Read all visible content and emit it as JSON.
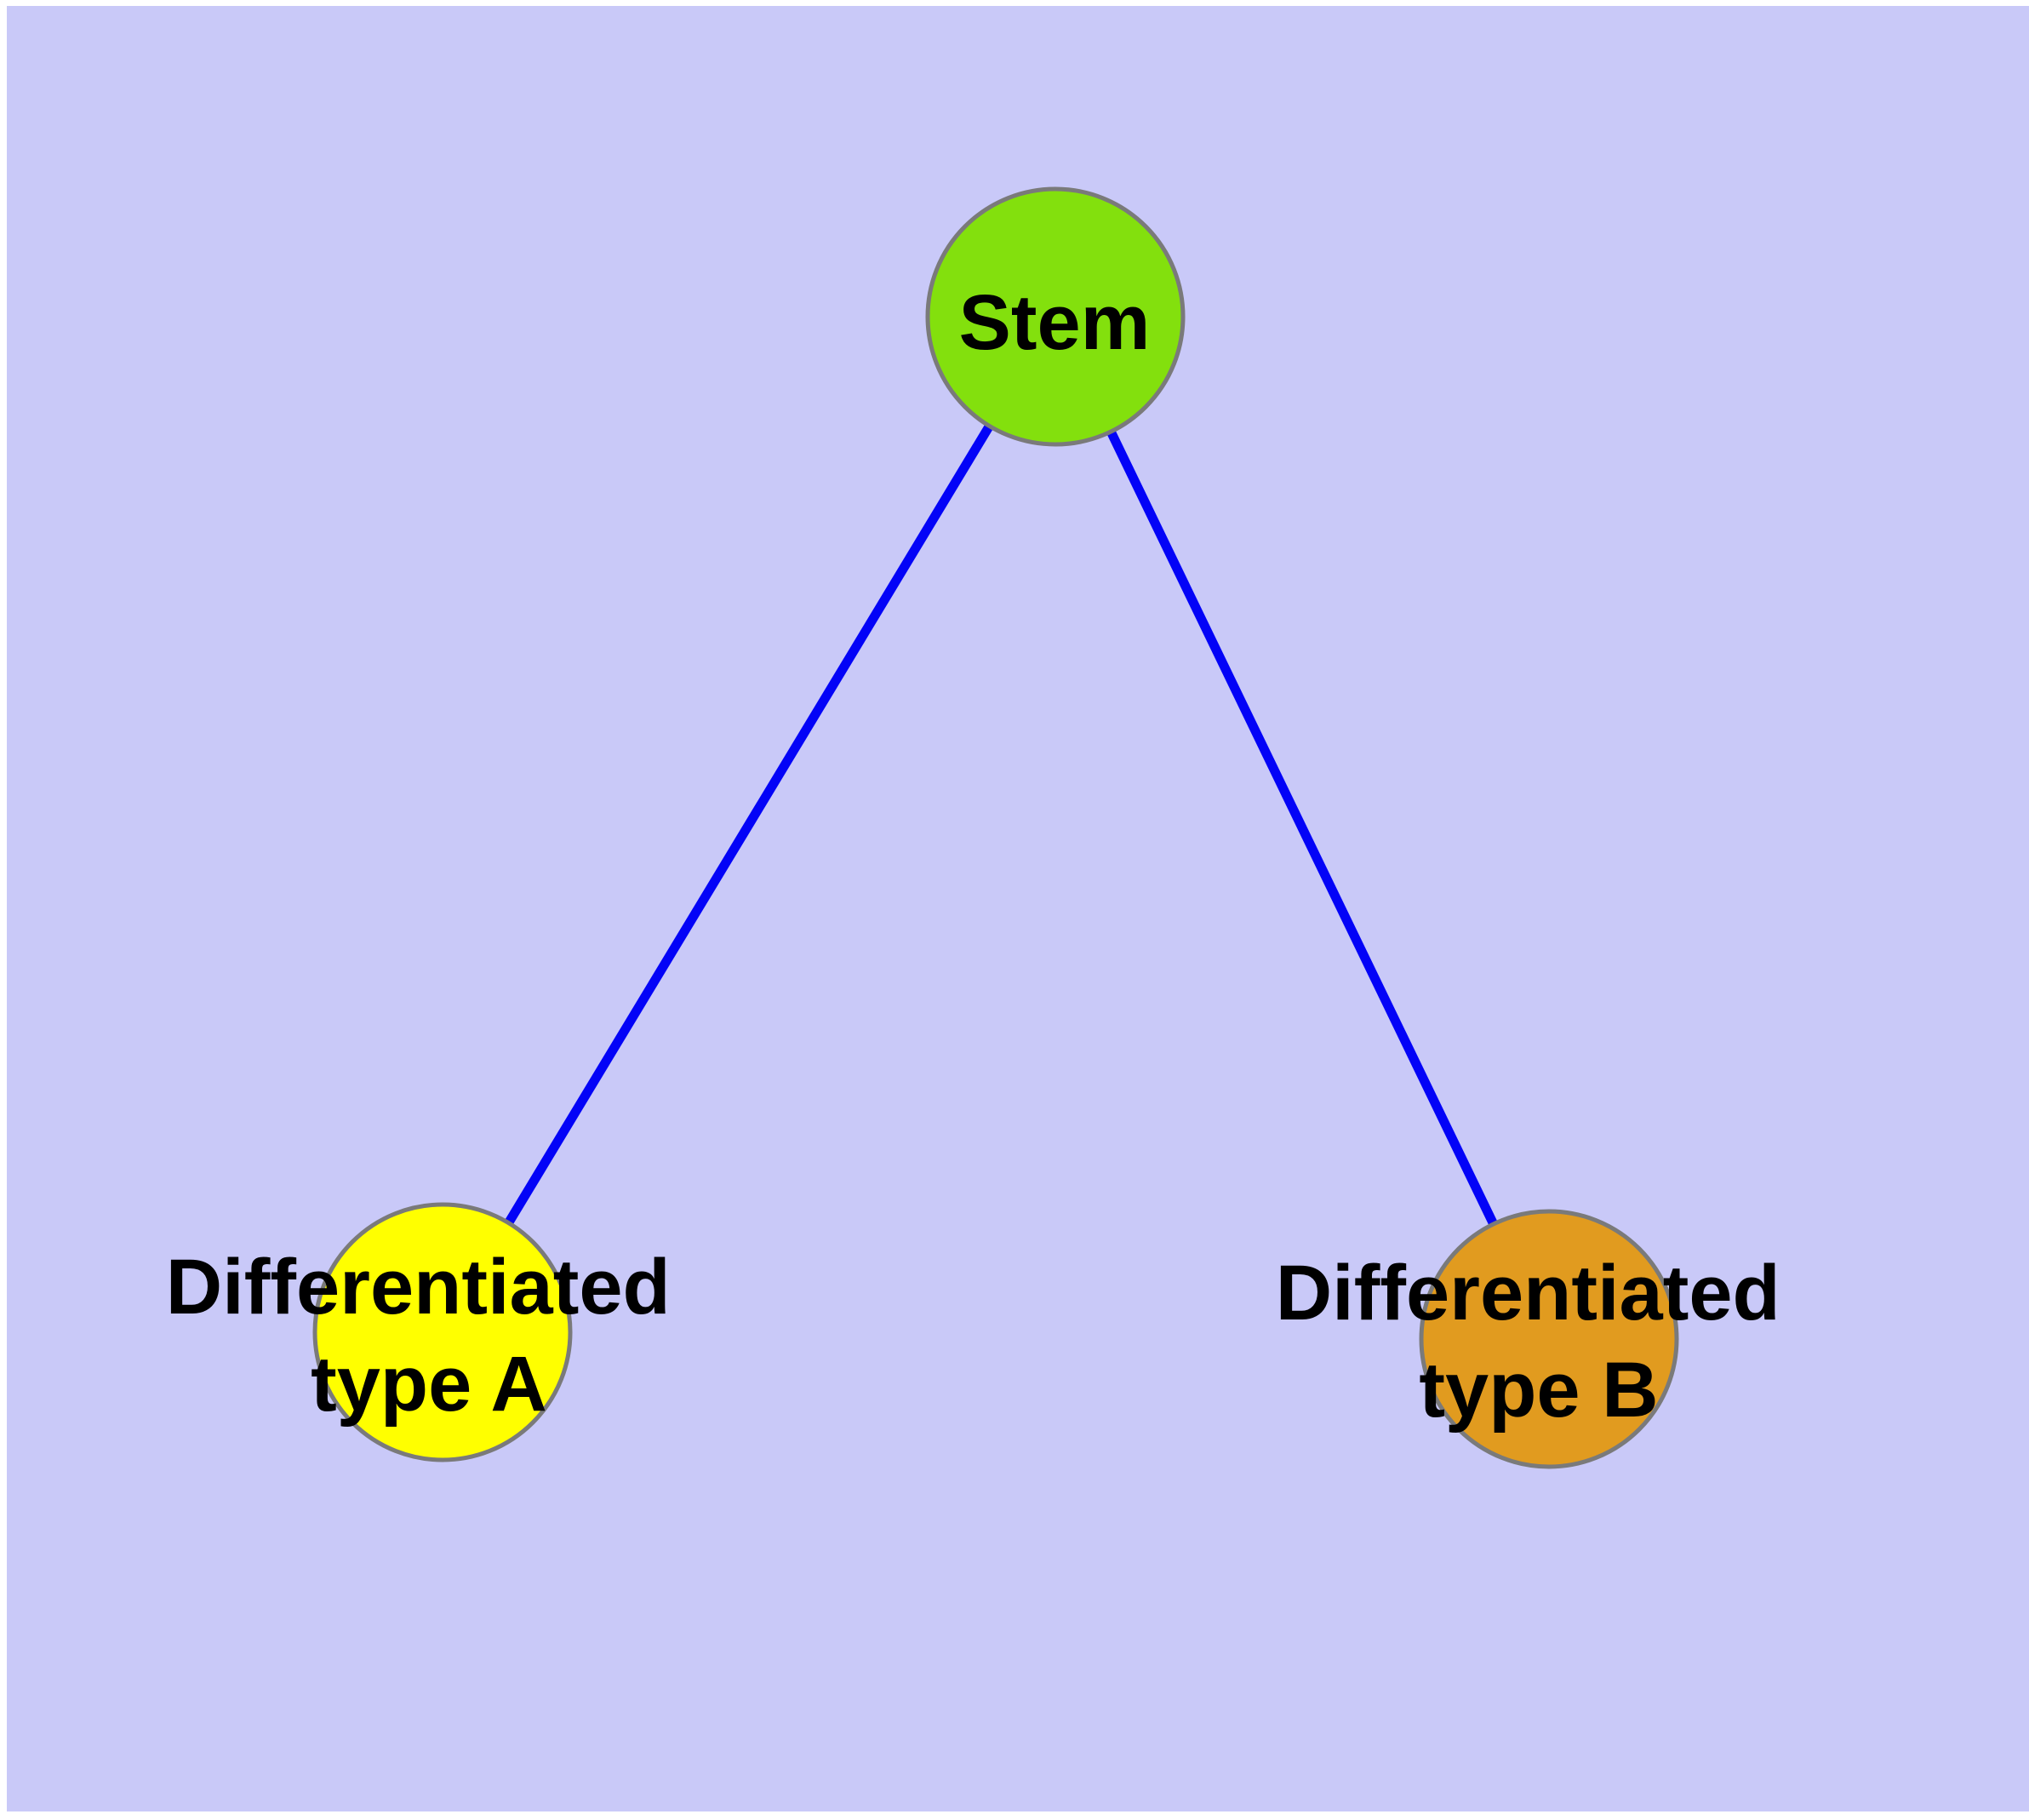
{
  "canvas": {
    "page_bg": "#ffffff",
    "plot_bg": "#c9c9f8"
  },
  "styles": {
    "edge_color": "#0303f7",
    "node_border_color": "#7a7a7a",
    "label_color": "#000000"
  },
  "nodes": [
    {
      "id": "stem",
      "label": "Stem",
      "label_lines": [
        "Stem"
      ],
      "color": "#83e00d"
    },
    {
      "id": "differentiated-type-a",
      "label": "Differentiated type A",
      "label_lines": [
        "Differentiated",
        "type A"
      ],
      "color": "#ffff00"
    },
    {
      "id": "differentiated-type-b",
      "label": "Differentiated type B",
      "label_lines": [
        "Differentiated",
        "type B"
      ],
      "color": "#e19b1f"
    }
  ],
  "edges": [
    {
      "from": "stem",
      "to": "differentiated-type-a",
      "color": "#0303f7"
    },
    {
      "from": "stem",
      "to": "differentiated-type-b",
      "color": "#0303f7"
    }
  ]
}
